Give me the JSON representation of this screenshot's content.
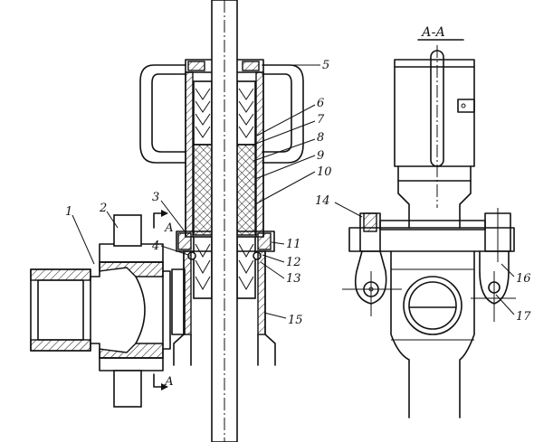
{
  "section_title": "А-А",
  "section_marks": [
    "А",
    "А"
  ],
  "callouts": [
    {
      "text": "1"
    },
    {
      "text": "2"
    },
    {
      "text": "3"
    },
    {
      "text": "4"
    },
    {
      "text": "5"
    },
    {
      "text": "6"
    },
    {
      "text": "7"
    },
    {
      "text": "8"
    },
    {
      "text": "9"
    },
    {
      "text": "10"
    },
    {
      "text": "11"
    },
    {
      "text": "12"
    },
    {
      "text": "13"
    },
    {
      "text": "14"
    },
    {
      "text": "15"
    },
    {
      "text": "16"
    },
    {
      "text": "17"
    }
  ]
}
